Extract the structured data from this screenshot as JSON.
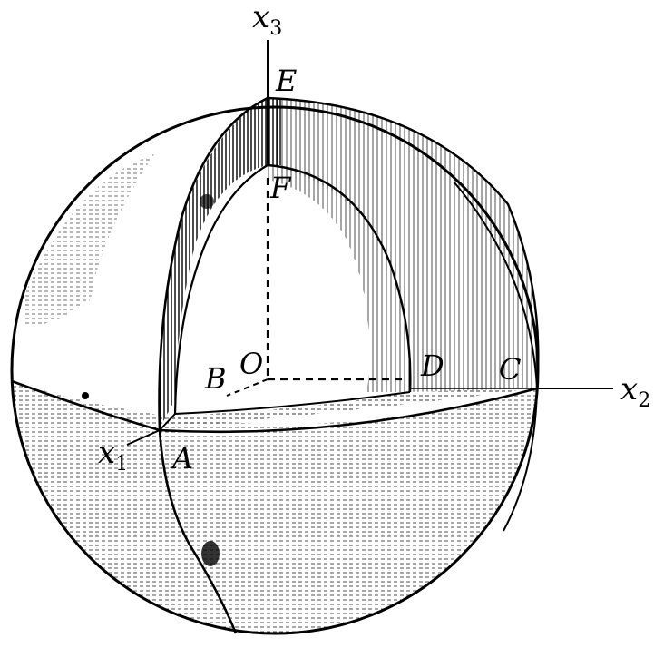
{
  "axes": {
    "x1": {
      "main": "x",
      "sub": "1"
    },
    "x2": {
      "main": "x",
      "sub": "2"
    },
    "x3": {
      "main": "x",
      "sub": "3"
    }
  },
  "points": {
    "A": "A",
    "B": "B",
    "C": "C",
    "D": "D",
    "E": "E",
    "F": "F",
    "O": "O"
  }
}
